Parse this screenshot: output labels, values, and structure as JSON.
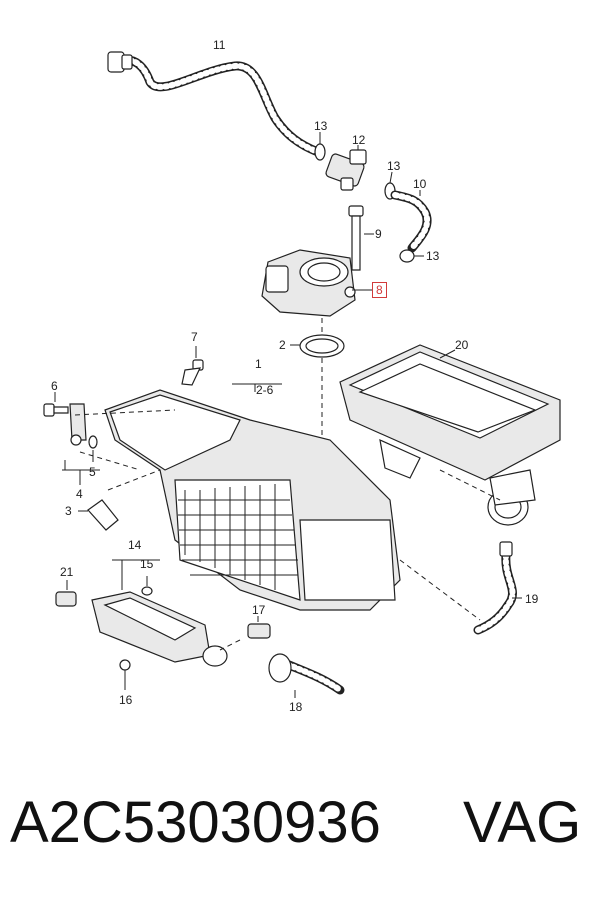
{
  "diagram": {
    "callouts": [
      {
        "id": "c11",
        "text": "11"
      },
      {
        "id": "c13a",
        "text": "13"
      },
      {
        "id": "c12",
        "text": "12"
      },
      {
        "id": "c13b",
        "text": "13"
      },
      {
        "id": "c10",
        "text": "10"
      },
      {
        "id": "c9",
        "text": "9"
      },
      {
        "id": "c13c",
        "text": "13"
      },
      {
        "id": "c8",
        "text": "8",
        "highlighted": true
      },
      {
        "id": "c2",
        "text": "2"
      },
      {
        "id": "c20",
        "text": "20"
      },
      {
        "id": "c7",
        "text": "7"
      },
      {
        "id": "c1",
        "text": "1"
      },
      {
        "id": "c2-6",
        "text": "2-6"
      },
      {
        "id": "c6",
        "text": "6"
      },
      {
        "id": "c5",
        "text": "5"
      },
      {
        "id": "c4",
        "text": "4"
      },
      {
        "id": "c3",
        "text": "3"
      },
      {
        "id": "c14",
        "text": "14"
      },
      {
        "id": "c15",
        "text": "15"
      },
      {
        "id": "c21",
        "text": "21"
      },
      {
        "id": "c17",
        "text": "17"
      },
      {
        "id": "c16",
        "text": "16"
      },
      {
        "id": "c18",
        "text": "18"
      },
      {
        "id": "c19",
        "text": "19"
      }
    ],
    "highlight_color": "#d23a3a"
  },
  "footer": {
    "part_number": "A2C53030936",
    "brand": "VAG"
  }
}
